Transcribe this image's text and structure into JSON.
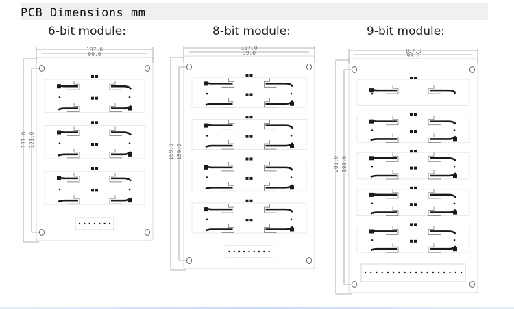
{
  "header": {
    "title": "PCB Dimensions mm"
  },
  "modules": [
    {
      "label": "6-bit module:",
      "outer_width": "107.0",
      "inner_width": "99.0",
      "outer_height": "131.0",
      "inner_height": "121.0",
      "digits": 6,
      "connector_pins": 7
    },
    {
      "label": "8-bit module:",
      "outer_width": "107.0",
      "inner_width": "99.0",
      "outer_height": "169.0",
      "inner_height": "159.0",
      "digits": 8,
      "connector_pins": 9
    },
    {
      "label": "9-bit module:",
      "outer_width": "107.0",
      "inner_width": "99.0",
      "outer_height": "201.0",
      "inner_height": "191.0",
      "digits": 9,
      "connector_pins": 18
    }
  ]
}
